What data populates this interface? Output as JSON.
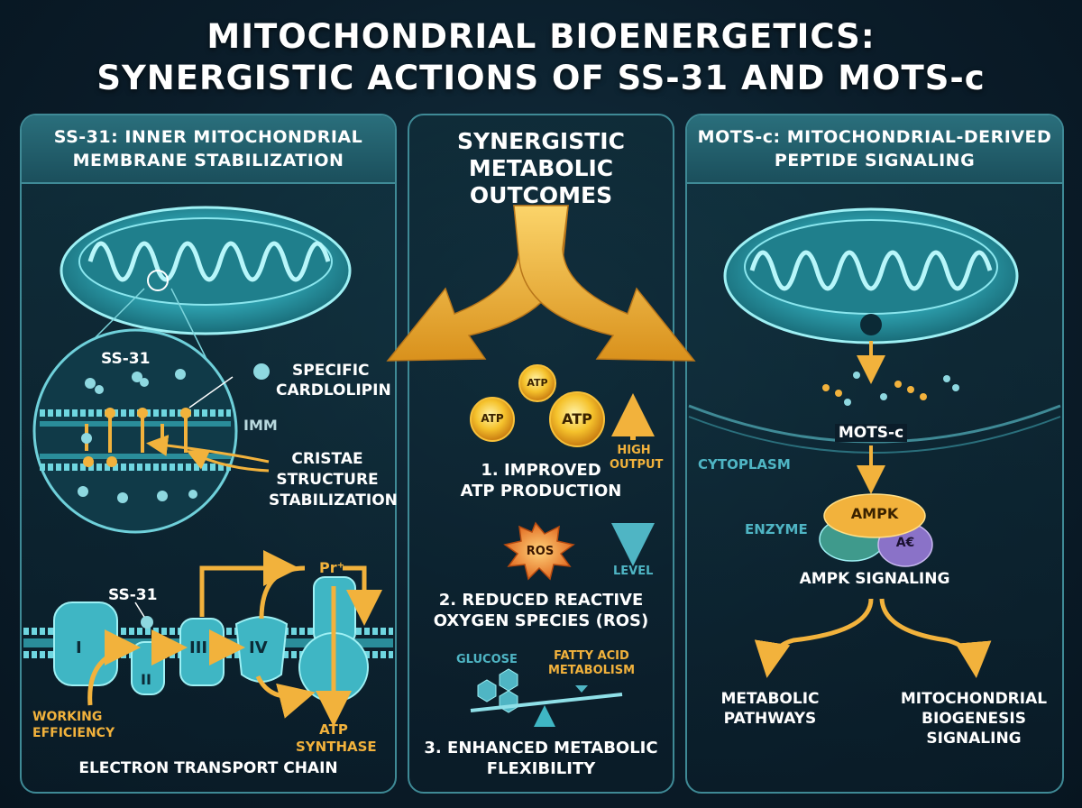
{
  "title": {
    "line1": "MITOCHONDRIAL BIOENERGETICS:",
    "line2": "SYNERGISTIC ACTIONS OF SS-31 AND MOTS-c"
  },
  "left_panel": {
    "heading_line1": "SS-31: INNER MITOCHONDRIAL",
    "heading_line2": "MEMBRANE STABILIZATION",
    "ss31_label": "SS-31",
    "cardiolipin_line1": "SPECIFIC",
    "cardiolipin_line2": "CARDLOLIPIN",
    "imm_label": "IMM",
    "cristae_line1": "CRISTAE",
    "cristae_line2": "STRUCTURE",
    "cristae_line3": "STABILIZATION",
    "etc_ss31_label": "SS-31",
    "complex_labels": [
      "I",
      "II",
      "III",
      "IV"
    ],
    "proton_label": "Pr⁺",
    "working_line1": "WORKING",
    "working_line2": "EFFICIENCY",
    "atp_synthase_line1": "ATP",
    "atp_synthase_line2": "SYNTHASE",
    "footer": "ELECTRON TRANSPORT CHAIN"
  },
  "center_panel": {
    "heading_line1": "SYNERGISTIC",
    "heading_line2": "METABOLIC",
    "heading_line3": "OUTCOMES",
    "atp_label": "ATP",
    "high_output_line1": "HIGH",
    "high_output_line2": "OUTPUT",
    "outcome1_line1": "1. IMPROVED",
    "outcome1_line2": "ATP PRODUCTION",
    "ros_label": "ROS",
    "level_label": "LEVEL",
    "outcome2_line1": "2. REDUCED REACTIVE",
    "outcome2_line2": "OXYGEN SPECIES (ROS)",
    "glucose_label": "GLUCOSE",
    "fatty_line1": "FATTY ACID",
    "fatty_line2": "METABOLISM",
    "outcome3_line1": "3. ENHANCED METABOLIC",
    "outcome3_line2": "FLEXIBILITY"
  },
  "right_panel": {
    "heading_line1": "MOTS-c: MITOCHONDRIAL-DERIVED",
    "heading_line2": "PEPTIDE SIGNALING",
    "mots_label": "MOTS-c",
    "cytoplasm_label": "CYTOPLASM",
    "enzyme_label": "ENZYME",
    "ampk_label": "AMPK",
    "ae_label": "A€",
    "ampk_signaling": "AMPK SIGNALING",
    "metabolic_line1": "METABOLIC",
    "metabolic_line2": "PATHWAYS",
    "biogenesis_line1": "MITOCHONDRIAL",
    "biogenesis_line2": "BIOGENESIS",
    "biogenesis_line3": "SIGNALING"
  },
  "colors": {
    "accent_orange": "#f2b23c",
    "teal": "#4fb5c4",
    "panel_border": "#3f8a96",
    "background": "#0b1d2a"
  }
}
